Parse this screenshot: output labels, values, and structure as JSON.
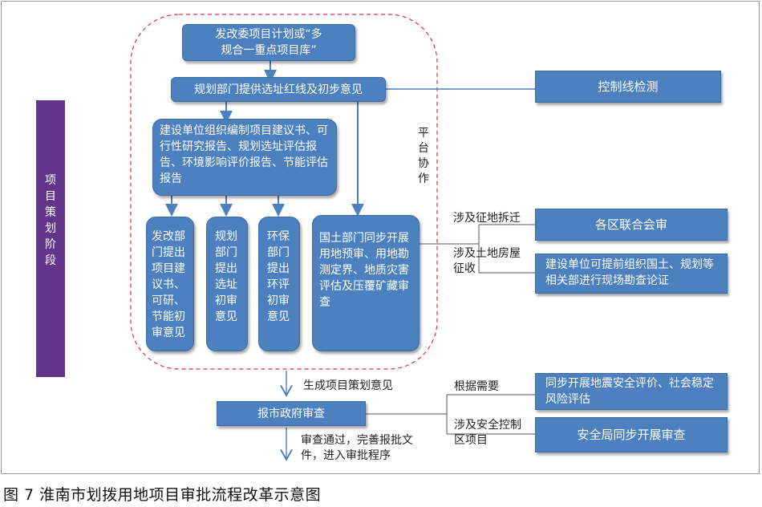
{
  "phase_label": "项\n目\n策\n划\n阶\n段",
  "boxes": {
    "fgw": "发改委项目计划或“多\n规合一重点项目库”",
    "planning": "规划部门提供选址红线及初步意见",
    "builder": "建设单位组织编制项目建议书、可行性研究报告、规划选址评估报告、环境影响评价报告、节能评估报告",
    "dept_fgw": "发改部\n门提出\n项目建\n议书、\n可研、\n节能初\n审意见",
    "dept_planning": "规划\n部门\n提出\n选址\n初审\n意见",
    "dept_env": "环保\n部门\n提出\n环评\n初审\n意见",
    "land": "国土部门同步开展用地预审、用地勘测定界、地质灾害评估及压覆矿藏审查",
    "control_line": "控制线检测",
    "district_review": "各区联合会审",
    "site_survey": "建设单位可提前组织国土、规划等相关部进行现场勘查论证",
    "city_gov": "报市政府审查",
    "earthquake": "同步开展地震安全评价、社会稳定风险评估",
    "security": "安全局同步开展审查"
  },
  "labels": {
    "platform": "平\n台\n协\n作",
    "expropriation": "涉及征地拆迁",
    "land_house": "涉及土地房屋\n征收",
    "generate": "生成项目策划意见",
    "as_needed": "根据需要",
    "security_zone": "涉及安全控制\n区项目",
    "approved": "审查通过，完善报批文\n件，进入审批程序"
  },
  "caption": "图 7  淮南市划拨用地项目审批流程改革示意图",
  "colors": {
    "box_fill": "#4d80bf",
    "phase_fill": "#60358a",
    "dashed_border": "#d9303a"
  }
}
